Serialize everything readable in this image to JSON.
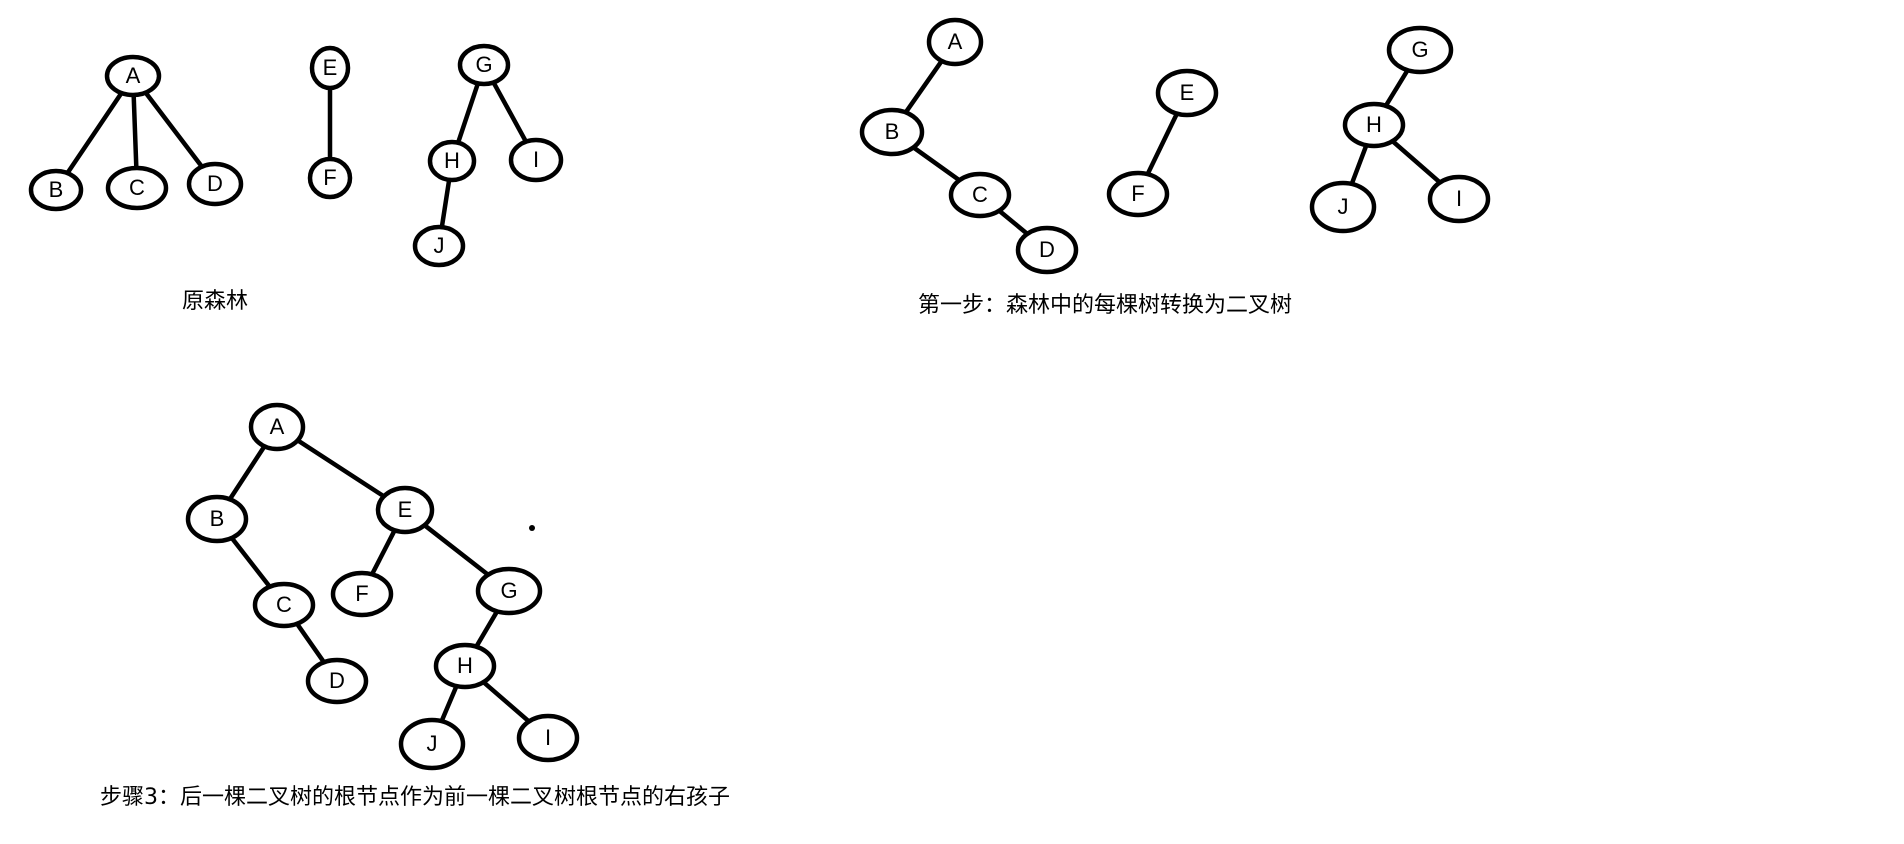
{
  "diagram": {
    "colors": {
      "stroke": "#000000",
      "background": "#ffffff"
    },
    "panels": [
      {
        "id": "original-forest",
        "caption": "原森林",
        "nodes": [
          "A",
          "B",
          "C",
          "D",
          "E",
          "F",
          "G",
          "H",
          "I",
          "J"
        ],
        "edges": [
          [
            "A",
            "B"
          ],
          [
            "A",
            "C"
          ],
          [
            "A",
            "D"
          ],
          [
            "E",
            "F"
          ],
          [
            "G",
            "H"
          ],
          [
            "G",
            "I"
          ],
          [
            "H",
            "J"
          ]
        ]
      },
      {
        "id": "step1-binary-trees",
        "caption": "第一步：森林中的每棵树转换为二叉树",
        "nodes": [
          "A",
          "B",
          "C",
          "D",
          "E",
          "F",
          "G",
          "H",
          "J",
          "I"
        ],
        "edges": [
          [
            "A",
            "B"
          ],
          [
            "B",
            "C"
          ],
          [
            "C",
            "D"
          ],
          [
            "E",
            "F"
          ],
          [
            "G",
            "H"
          ],
          [
            "H",
            "J"
          ],
          [
            "H",
            "I"
          ]
        ]
      },
      {
        "id": "step3-merged-tree",
        "caption": "步骤3：后一棵二叉树的根节点作为前一棵二叉树根节点的右孩子",
        "nodes": [
          "A",
          "B",
          "C",
          "D",
          "E",
          "F",
          "G",
          "H",
          "J",
          "I"
        ],
        "edges": [
          [
            "A",
            "B"
          ],
          [
            "A",
            "E"
          ],
          [
            "B",
            "C"
          ],
          [
            "C",
            "D"
          ],
          [
            "E",
            "F"
          ],
          [
            "E",
            "G"
          ],
          [
            "G",
            "H"
          ],
          [
            "H",
            "J"
          ],
          [
            "H",
            "I"
          ]
        ]
      }
    ]
  }
}
